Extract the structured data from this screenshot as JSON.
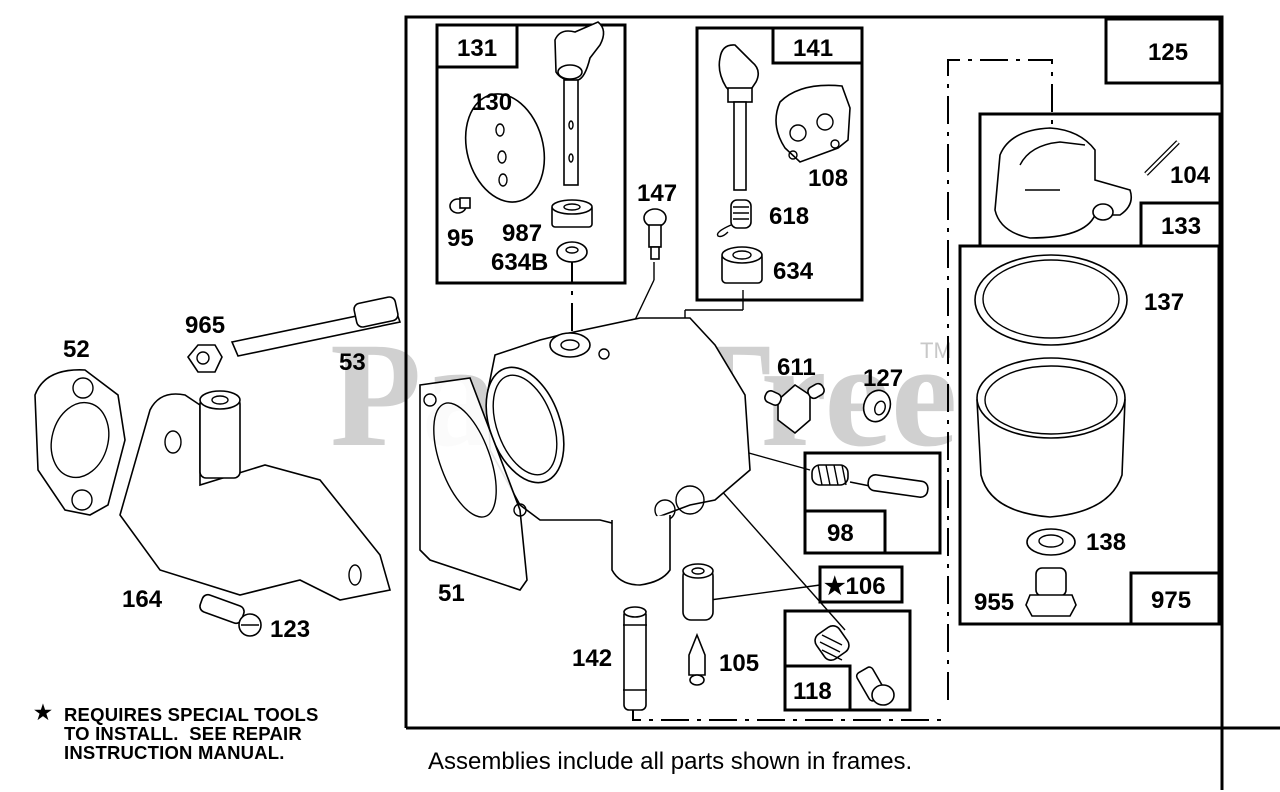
{
  "watermark": {
    "text": "PartsTree",
    "trademark": "TM"
  },
  "assembly_boxes": {
    "131": "131",
    "141": "141",
    "125": "125",
    "133": "133",
    "975": "975",
    "98": "98",
    "106": "★106",
    "118": "118"
  },
  "part_labels": {
    "p130": "130",
    "p95": "95",
    "p987": "987",
    "p634B": "634B",
    "p147": "147",
    "p108": "108",
    "p618": "618",
    "p634": "634",
    "p104": "104",
    "p137": "137",
    "p138": "138",
    "p955": "955",
    "p611": "611",
    "p127": "127",
    "p965": "965",
    "p52": "52",
    "p53": "53",
    "p164": "164",
    "p123": "123",
    "p51": "51",
    "p142": "142",
    "p105": "105"
  },
  "note": {
    "star": "★",
    "text": "REQUIRES SPECIAL TOOLS\nTO INSTALL.  SEE REPAIR\nINSTRUCTION MANUAL."
  },
  "caption": "Assemblies include all parts shown in frames."
}
